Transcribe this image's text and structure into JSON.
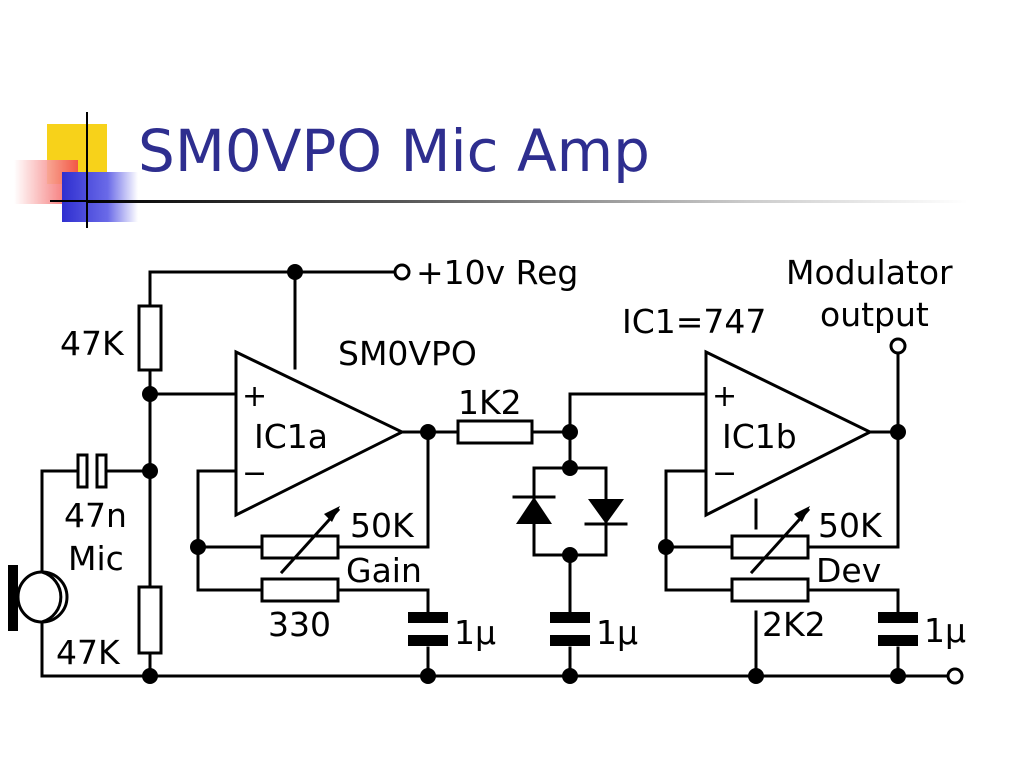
{
  "slide": {
    "title": "SM0VPO Mic Amp"
  },
  "colors": {
    "title": "#2e2e8f",
    "deco_yellow": "#f7d21a",
    "deco_red": "#f24a4a",
    "deco_blue": "#3a3ad8"
  },
  "schematic": {
    "supply_label": "+10v Reg",
    "designer_label": "SM0VPO",
    "ic_type_label": "IC1=747",
    "output_label_line1": "Modulator",
    "output_label_line2": "output",
    "opamp_a_label": "IC1a",
    "opamp_b_label": "IC1b",
    "plus_sign": "+",
    "minus_sign": "−",
    "r_top_bias": "47K",
    "r_bottom_bias": "47K",
    "c_coupling": "47n",
    "mic_label": "Mic",
    "r_series": "1K2",
    "pot_gain_value": "50K",
    "pot_gain_label": "Gain",
    "r_gain_min": "330",
    "pot_dev_value": "50K",
    "pot_dev_label": "Dev",
    "r_dev_min": "2K2",
    "c_bypass_1": "1µ",
    "c_bypass_2": "1µ",
    "c_bypass_3": "1µ"
  }
}
